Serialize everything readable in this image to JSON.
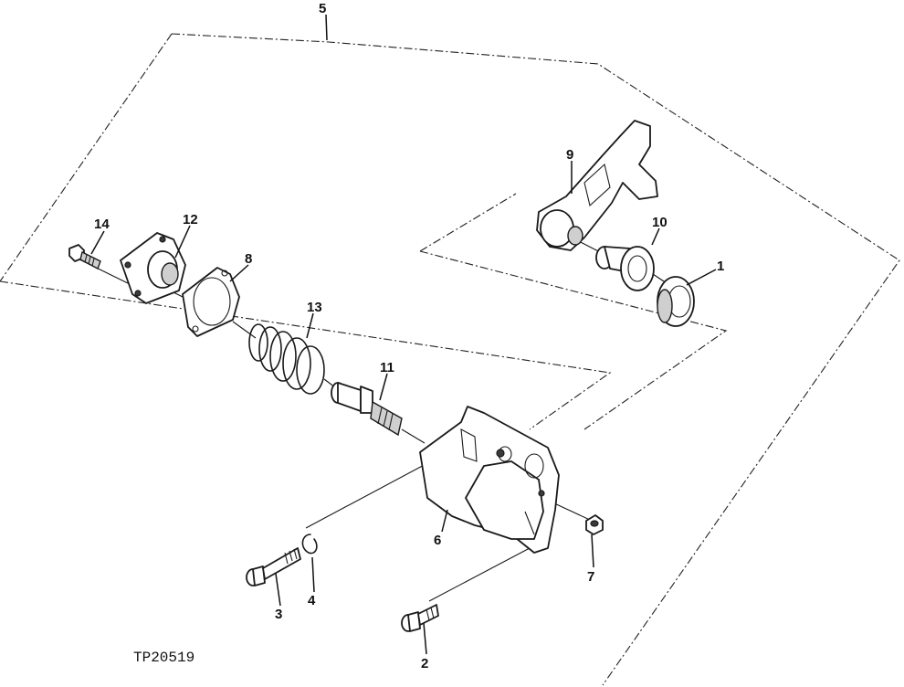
{
  "figure_ref": "TP20519",
  "callouts": {
    "c1": "1",
    "c2": "2",
    "c3": "3",
    "c4": "4",
    "c5": "5",
    "c6": "6",
    "c7": "7",
    "c8": "8",
    "c9": "9",
    "c10": "10",
    "c11": "11",
    "c12": "12",
    "c13": "13",
    "c14": "14"
  }
}
